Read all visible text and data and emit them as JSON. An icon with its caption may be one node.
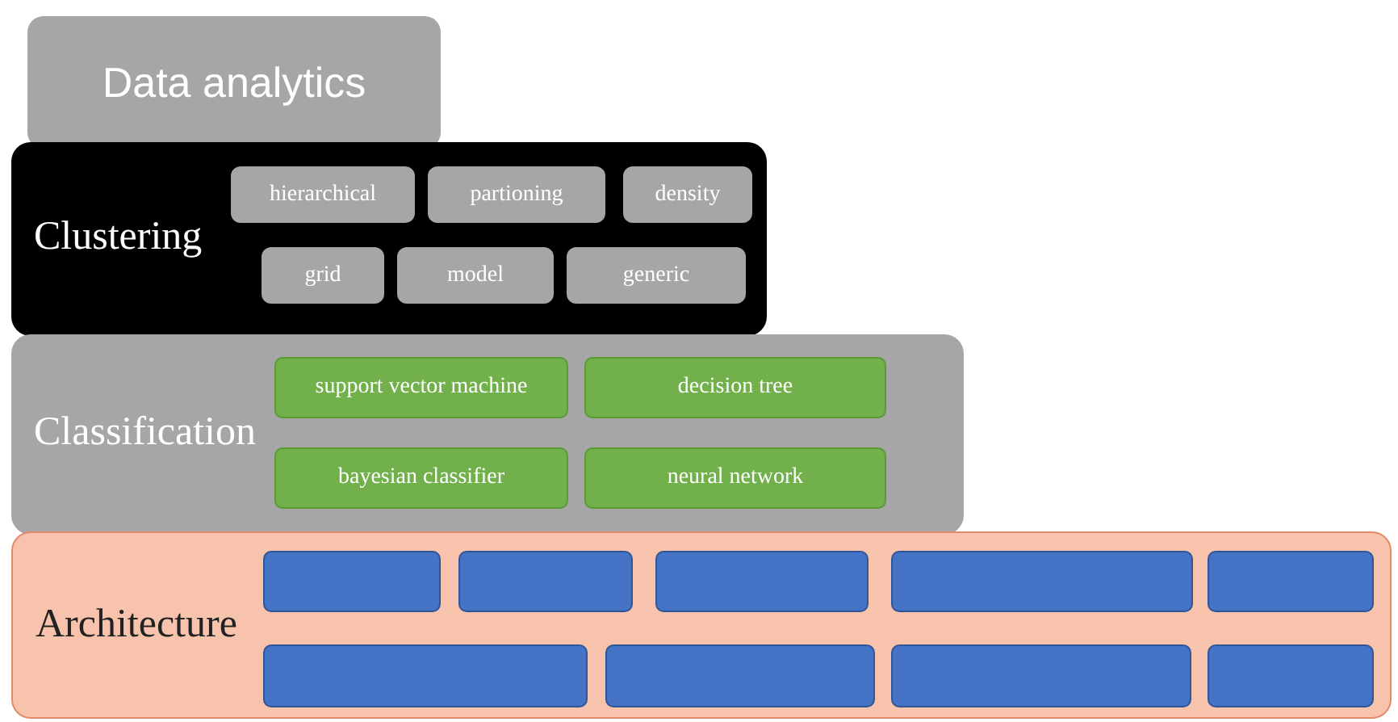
{
  "diagram": {
    "nodes": [
      {
        "text": [
          "Data analytics"
        ]
      },
      {
        "text": [
          "Clustering"
        ]
      },
      {
        "text": [
          "hierarchical"
        ],
        "in": 1
      },
      {
        "text": [
          "partioning"
        ],
        "in": 1
      },
      {
        "text": [
          "density"
        ],
        "in": 1
      },
      {
        "text": [
          "grid"
        ],
        "in": 1
      },
      {
        "text": [
          "model"
        ],
        "in": 1
      },
      {
        "text": [
          "generic"
        ],
        "in": 1
      },
      {
        "text": [
          "Classification"
        ]
      },
      {
        "text": [
          "support vector machine"
        ],
        "in": 8
      },
      {
        "text": [
          "decision tree"
        ],
        "in": 8
      },
      {
        "text": [
          "bayesian classifier"
        ],
        "in": 8
      },
      {
        "text": [
          "neural network"
        ],
        "in": 8
      },
      {
        "text": [
          "Architecture"
        ]
      },
      {
        "text": [],
        "shape": "box",
        "in": 13
      },
      {
        "text": [],
        "shape": "box",
        "in": 13
      },
      {
        "text": [],
        "shape": "box",
        "in": 13
      },
      {
        "text": [],
        "shape": "box",
        "in": 13
      },
      {
        "text": [],
        "shape": "box",
        "in": 13
      },
      {
        "text": [],
        "shape": "box",
        "in": 13
      },
      {
        "text": [],
        "shape": "box",
        "in": 13
      },
      {
        "text": [],
        "shape": "box",
        "in": 13
      },
      {
        "text": [],
        "shape": "box",
        "in": 13
      }
    ]
  }
}
